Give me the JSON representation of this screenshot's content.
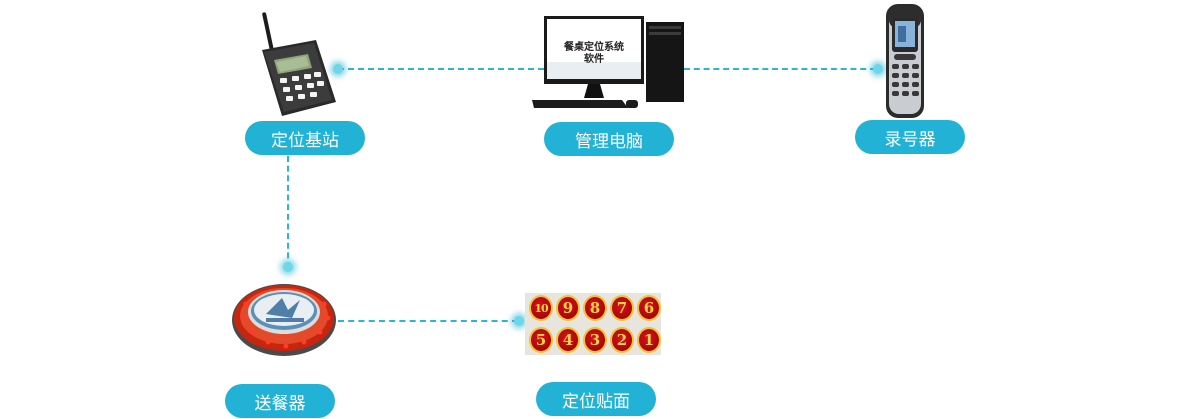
{
  "nodes": {
    "base_station": {
      "label": "定位基站"
    },
    "management_pc": {
      "label": "管理电脑",
      "screen_text_line1": "餐桌定位系统",
      "screen_text_line2": "软件"
    },
    "number_recorder": {
      "label": "录号器"
    },
    "delivery_device": {
      "label": "送餐器"
    },
    "position_sticker": {
      "label": "定位贴面",
      "numbers": [
        "10",
        "9",
        "8",
        "7",
        "6",
        "5",
        "4",
        "3",
        "2",
        "1"
      ]
    }
  },
  "colors": {
    "accent": "#22b2d5",
    "connector": "#2bb6d3",
    "label_text": "#ffffff",
    "sticker_red": "#c10a12",
    "sticker_gold": "#f1c232"
  }
}
